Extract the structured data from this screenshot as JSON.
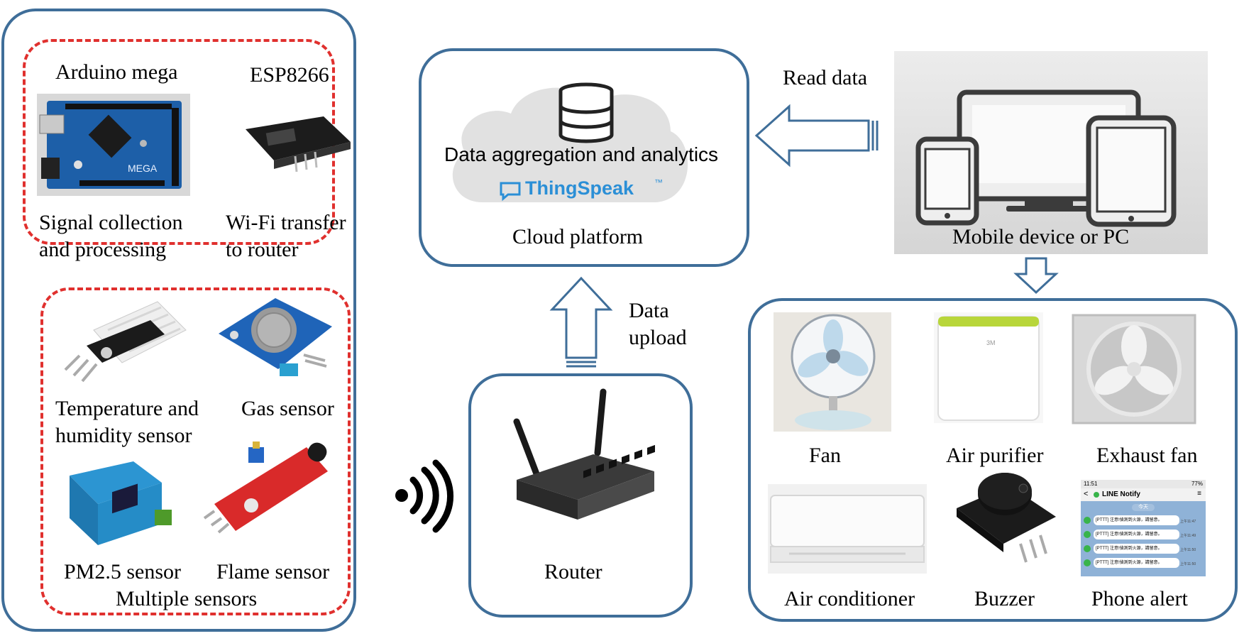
{
  "colors": {
    "panel_border": "#3f6e99",
    "dashed_border": "#e0302e",
    "arrow": "#3f6e99",
    "thingspeak": "#2b8fd6"
  },
  "controller": {
    "arduino_label": "Arduino mega",
    "esp_label": "ESP8266",
    "signal_label_1": "Signal collection",
    "signal_label_2": "and processing",
    "wifi_label_1": "Wi-Fi transfer",
    "wifi_label_2": "to router"
  },
  "sensors": {
    "temp_label_1": "Temperature and",
    "temp_label_2": "humidity sensor",
    "gas_label": "Gas sensor",
    "pm_label": "PM2.5 sensor",
    "flame_label": "Flame sensor",
    "group_label": "Multiple sensors"
  },
  "cloud": {
    "aggregation_label": "Data aggregation and analytics",
    "brand": "ThingSpeak",
    "trademark": "™",
    "platform_label": "Cloud platform"
  },
  "arrows": {
    "read_data": "Read data",
    "upload_1": "Data",
    "upload_2": "upload"
  },
  "device": {
    "label": "Mobile device or PC"
  },
  "router": {
    "label": "Router"
  },
  "actuators": {
    "fan": "Fan",
    "purifier": "Air purifier",
    "exhaust": "Exhaust fan",
    "aircon": "Air conditioner",
    "buzzer": "Buzzer",
    "phone": "Phone alert"
  },
  "phone_screen": {
    "time": "11:51",
    "status": "77%",
    "title": "LINE Notify",
    "date_pill": "今天",
    "messages": [
      "[PTTT] 注意!偵測到火源，請留意。",
      "[PTTT] 注意!偵測到火源，請留意。",
      "[PTTT] 注意!偵測到火源，請留意。",
      "[PTTT] 注意!偵測到火源，請留意。"
    ],
    "times": [
      "上午11:47",
      "上午11:49",
      "上午11:50",
      "上午11:50"
    ]
  },
  "icons": [
    "wifi-signal-icon",
    "database-icon",
    "chat-icon",
    "router-icon",
    "monitor-icon",
    "tablet-icon",
    "phone-icon",
    "fan-icon"
  ]
}
